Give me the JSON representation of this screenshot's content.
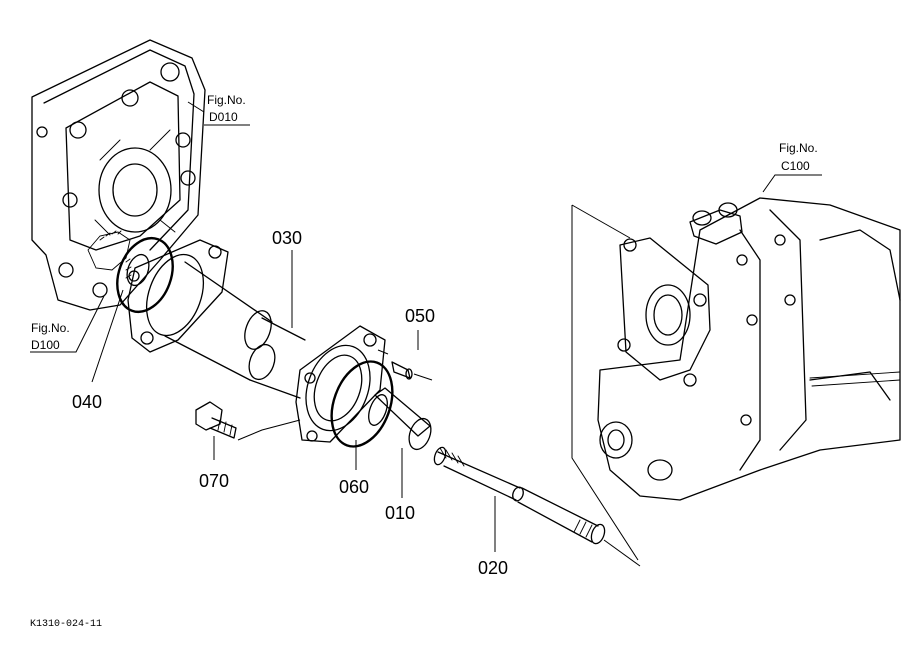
{
  "part_labels": {
    "p010": "010",
    "p020": "020",
    "p030": "030",
    "p040": "040",
    "p050": "050",
    "p060": "060",
    "p070": "070"
  },
  "figure_refs": {
    "d010": {
      "caption": "Fig.No.",
      "number": "D010"
    },
    "d100": {
      "caption": "Fig.No.",
      "number": "D100"
    },
    "c100": {
      "caption": "Fig.No.",
      "number": "C100"
    }
  },
  "drawing_code": "K1310-024-11"
}
